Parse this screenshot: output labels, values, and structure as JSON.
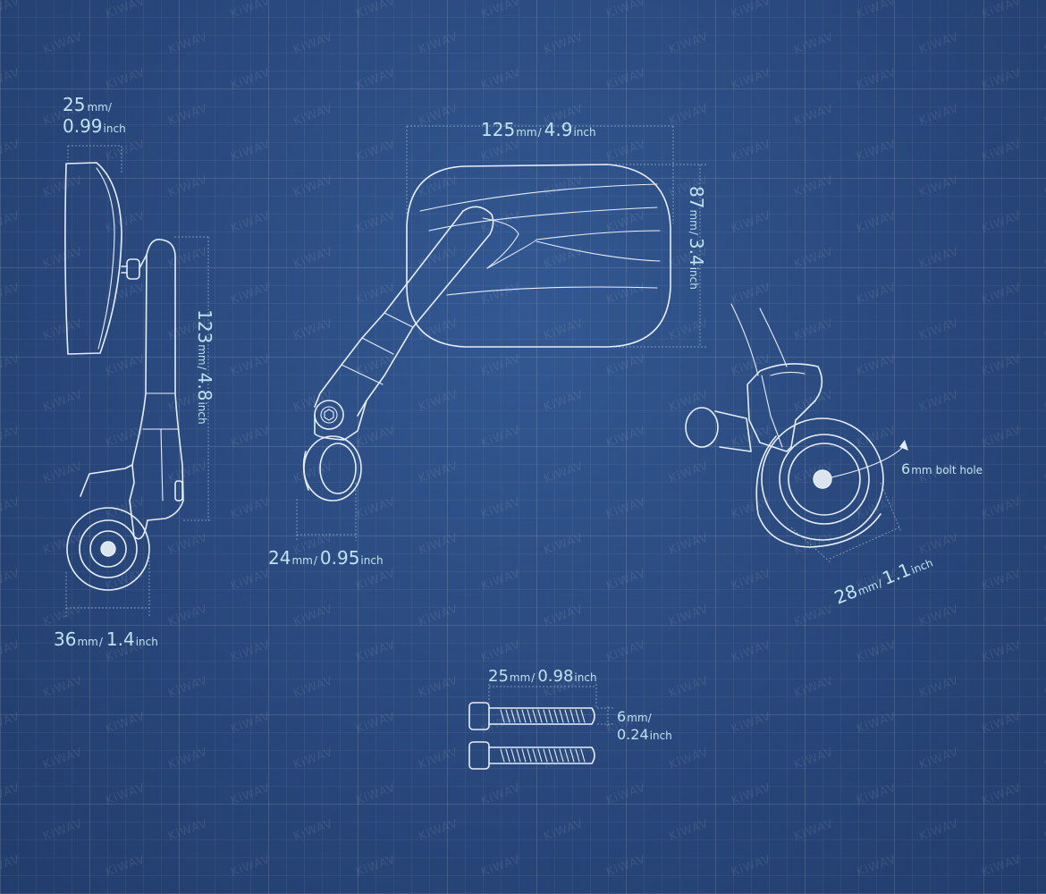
{
  "watermark": "KiWAV",
  "labels": {
    "mirror_thickness_value": "25",
    "mirror_thickness_unit": "mm/",
    "mirror_thickness_inch_value": "0.99",
    "mirror_thickness_inch_unit": "inch",
    "side_height_value": "123",
    "side_height_unit": "mm",
    "side_height_sep": "/",
    "side_height_inch_value": "4.8",
    "side_height_inch_unit": "inch",
    "clamp_width_value": "36",
    "clamp_width_unit": "mm",
    "clamp_width_sep": "/",
    "clamp_width_inch_value": "1.4",
    "clamp_width_inch_unit": "inch",
    "mirror_width_value": "125",
    "mirror_width_unit": "mm",
    "mirror_width_sep": "/",
    "mirror_width_inch_value": "4.9",
    "mirror_width_inch_unit": "inch",
    "mirror_height_value": "87",
    "mirror_height_unit": "mm",
    "mirror_height_sep": "/",
    "mirror_height_inch_value": "3.4",
    "mirror_height_inch_unit": "inch",
    "arm_width_value": "24",
    "arm_width_unit": "mm",
    "arm_width_sep": "/",
    "arm_width_inch_value": "0.95",
    "arm_width_inch_unit": "inch",
    "bolt_hole_value": "6",
    "bolt_hole_unit": "mm",
    "bolt_hole_text": "bolt hole",
    "bar_dia_value": "28",
    "bar_dia_unit": "mm",
    "bar_dia_sep": "/",
    "bar_dia_inch_value": "1.1",
    "bar_dia_inch_unit": "inch",
    "bolt_length_value": "25",
    "bolt_length_unit": "mm",
    "bolt_length_sep": "/",
    "bolt_length_inch_value": "0.98",
    "bolt_length_inch_unit": "inch",
    "bolt_dia_value": "6",
    "bolt_dia_unit": "mm/",
    "bolt_dia_inch_value": "0.24",
    "bolt_dia_inch_unit": "inch"
  }
}
